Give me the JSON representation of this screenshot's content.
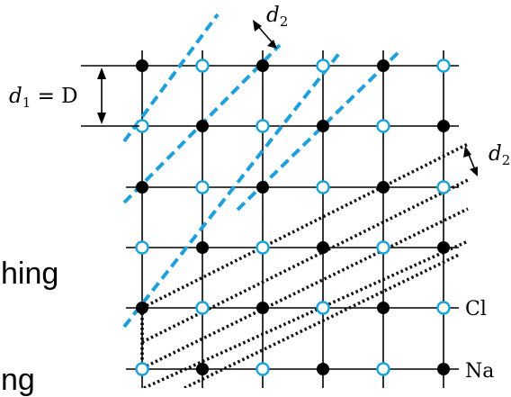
{
  "fragments": [
    "hing",
    "ng"
  ],
  "labels": {
    "d1": "d",
    "d1_sub": "1",
    "d1_eq": " = D",
    "d2_top": "d",
    "d2_top_sub": "2",
    "d2_right": "d",
    "d2_right_sub": "2",
    "cl": "Cl",
    "na": "Na"
  },
  "lattice": {
    "columns": 6,
    "rows": 6,
    "open_color": "#1ba3dc",
    "filled_color": "#000000",
    "blue_plane_color": "#1fa0dc",
    "dotted_plane_color": "#111111"
  },
  "atoms": [
    [
      "filled",
      "open",
      "filled",
      "open",
      "filled",
      "open"
    ],
    [
      "open",
      "filled",
      "open",
      "filled",
      "open",
      "filled"
    ],
    [
      "filled",
      "open",
      "filled",
      "open",
      "filled",
      "open"
    ],
    [
      "open",
      "filled",
      "open",
      "filled",
      "open",
      "filled"
    ],
    [
      "filled",
      "open",
      "filled",
      "open",
      "filled",
      "open"
    ],
    [
      "open",
      "filled",
      "open",
      "filled",
      "open",
      "filled"
    ]
  ]
}
